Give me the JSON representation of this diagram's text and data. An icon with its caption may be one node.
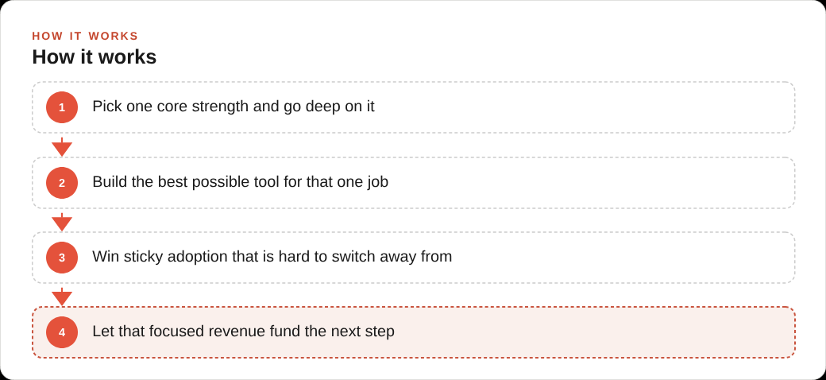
{
  "diagram": {
    "title": "How it works",
    "nodes": [
      {
        "text": [
          "Pick one core strength and go deep on it"
        ]
      },
      {
        "text": [
          "1"
        ],
        "in": 0
      },
      {
        "text": [
          "Build the best possible tool for that one job"
        ]
      },
      {
        "text": [
          "2"
        ],
        "in": 2
      },
      {
        "text": [
          "Win sticky adoption that is hard to switch away from"
        ]
      },
      {
        "text": [
          "3"
        ],
        "in": 4
      },
      {
        "text": [
          "Let that focused revenue fund the next step"
        ]
      },
      {
        "text": [
          "4"
        ],
        "in": 6
      }
    ],
    "edges": [
      {
        "from": 0,
        "to": 2,
        "arrow": "to"
      },
      {
        "from": 2,
        "to": 4,
        "arrow": "to"
      },
      {
        "from": 4,
        "to": 6,
        "arrow": "to"
      }
    ],
    "labels": [
      "HOW IT WORKS"
    ]
  }
}
